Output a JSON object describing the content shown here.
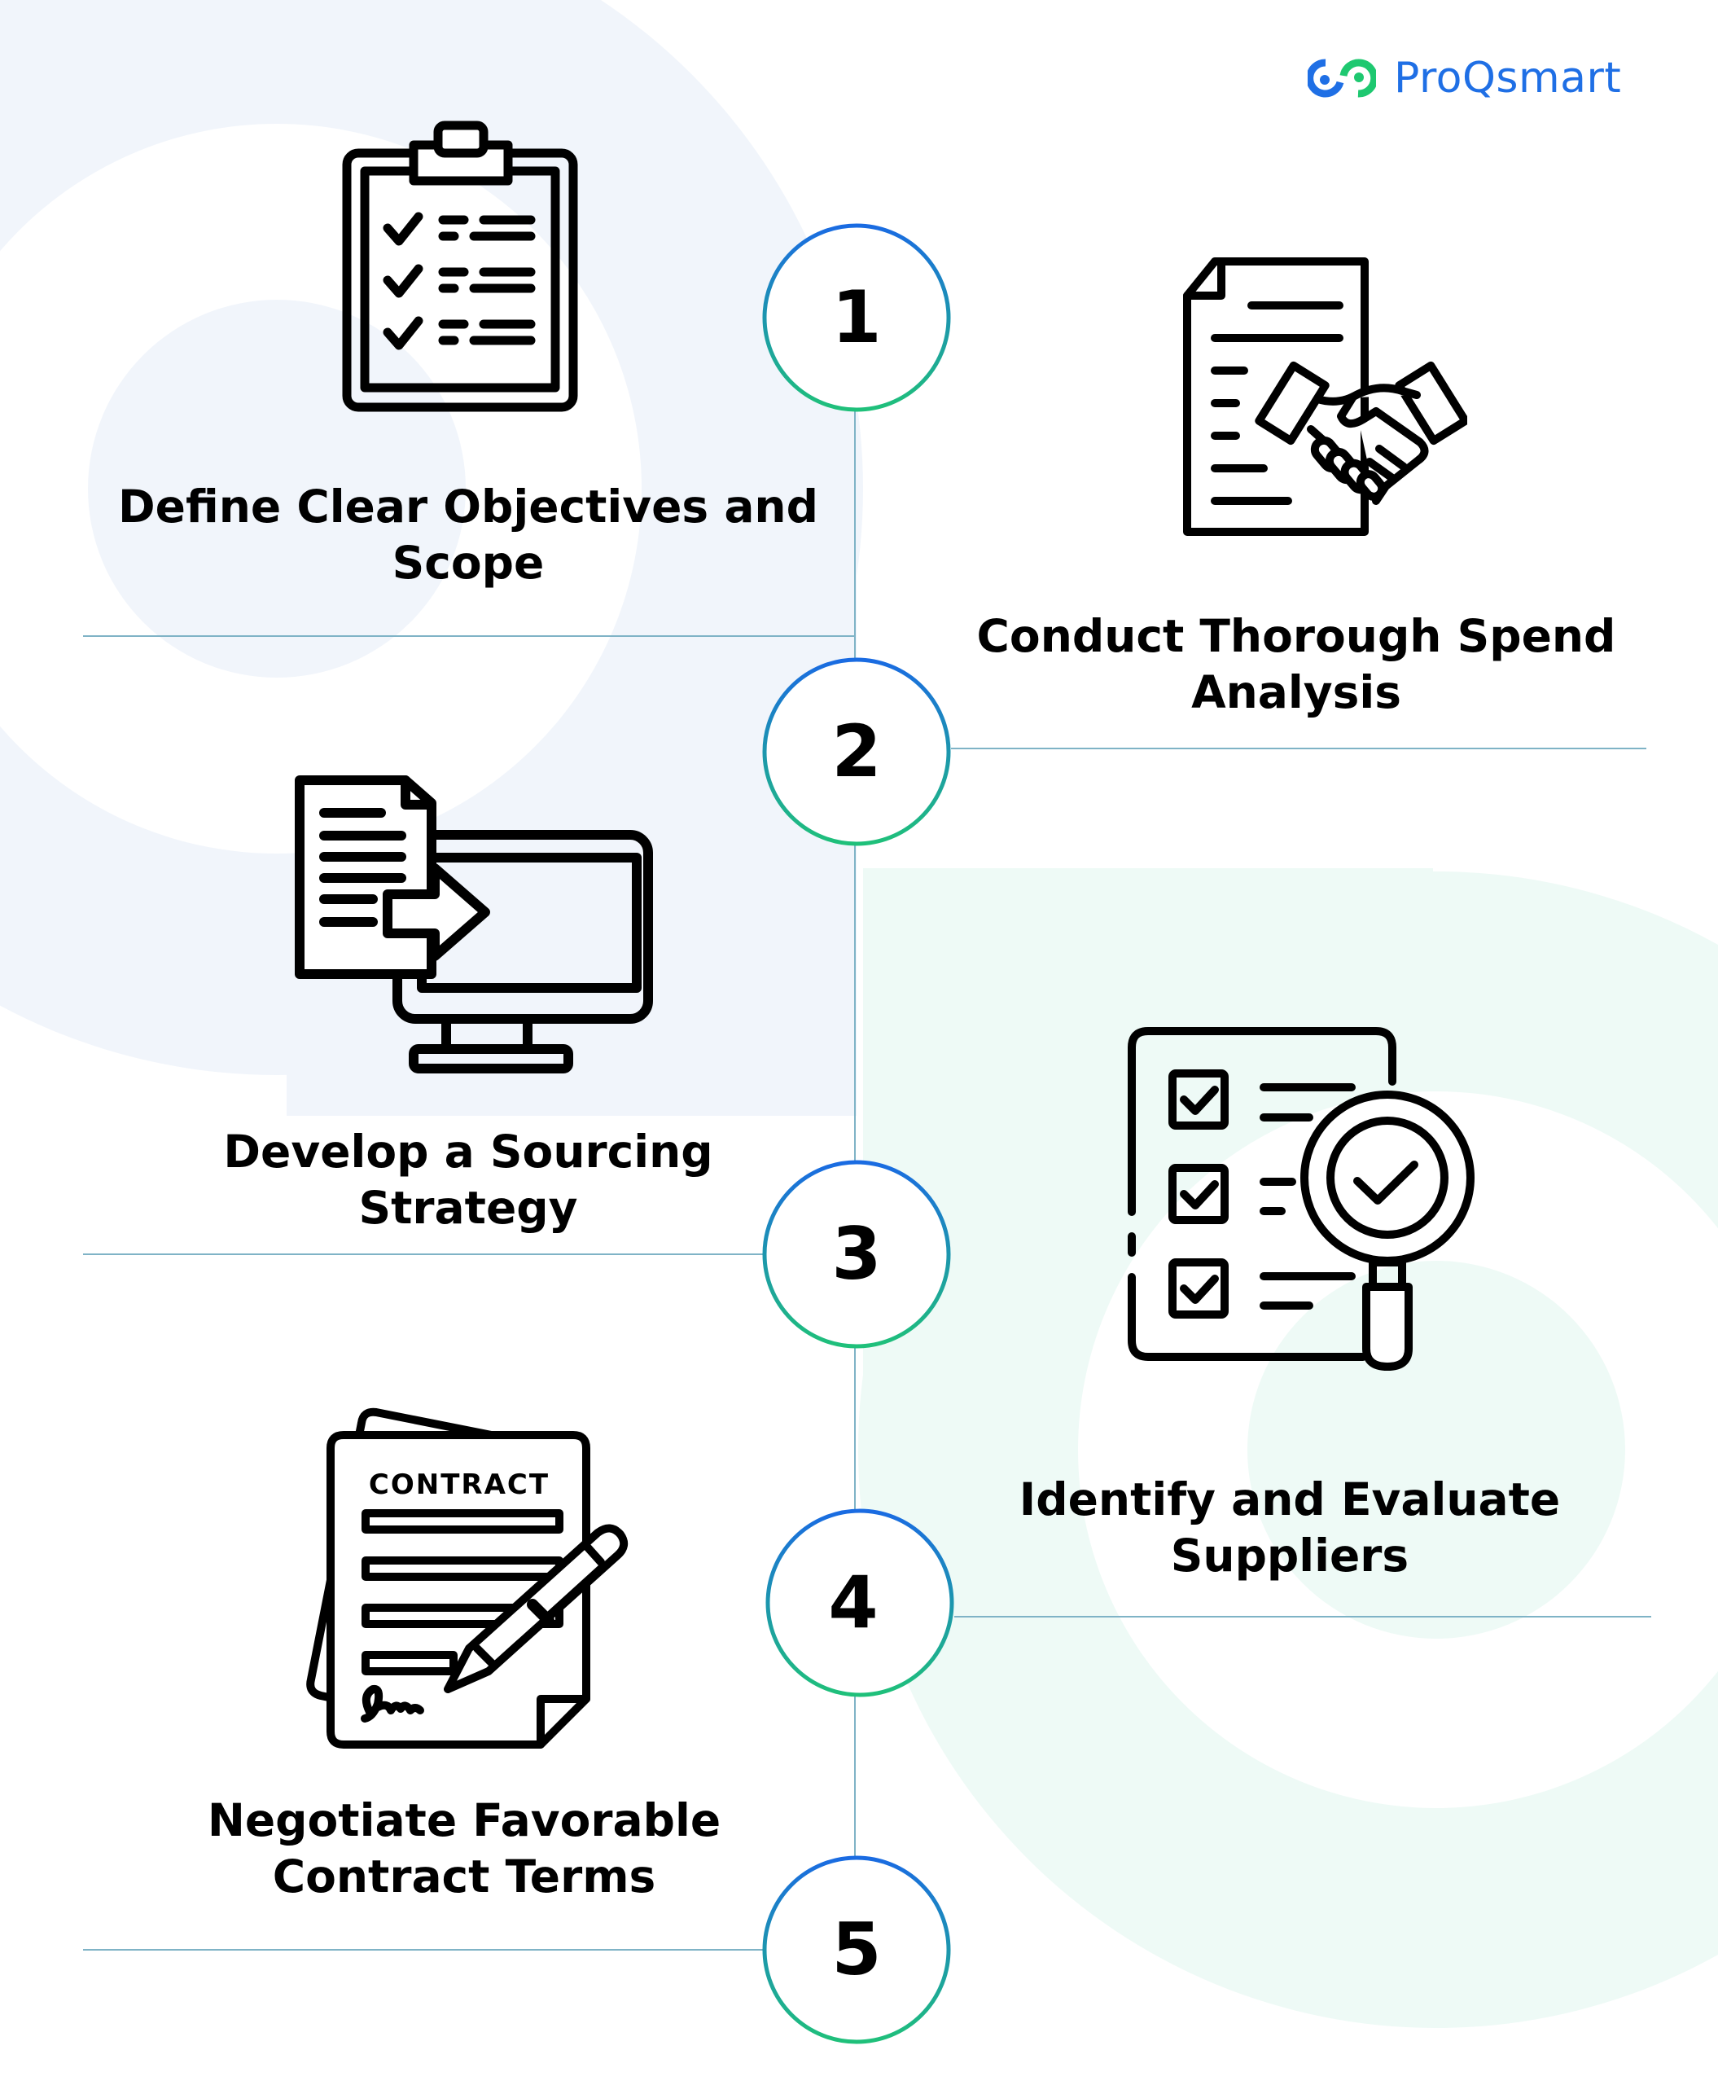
{
  "brand": {
    "name": "ProQsmart",
    "colors": {
      "blue": "#1f6fe5",
      "green": "#1ec870"
    }
  },
  "colors": {
    "bg_shape_left": "#f1f5fb",
    "bg_shape_right": "#eefaf6",
    "connector_line": "#7fb3c6",
    "circle_gradient_top": "#1a6be2",
    "circle_gradient_bottom": "#1fc07a",
    "text": "#000000"
  },
  "steps": [
    {
      "number": "1",
      "title_line1": "Define Clear Objectives and",
      "title_line2": "Scope",
      "icon": "clipboard-checklist-icon"
    },
    {
      "number": "2",
      "title_line1": "Conduct Thorough Spend",
      "title_line2": "Analysis",
      "icon": "document-handshake-icon"
    },
    {
      "number": "3",
      "title_line1": "Develop a Sourcing",
      "title_line2": "Strategy",
      "icon": "document-to-monitor-icon"
    },
    {
      "number": "4",
      "title_line1": "Identify and Evaluate",
      "title_line2": "Suppliers",
      "icon": "checklist-magnifier-icon"
    },
    {
      "number": "5",
      "title_line1": "Negotiate Favorable",
      "title_line2": "Contract Terms",
      "icon": "contract-pen-icon"
    }
  ],
  "contract_icon_label": "CONTRACT"
}
